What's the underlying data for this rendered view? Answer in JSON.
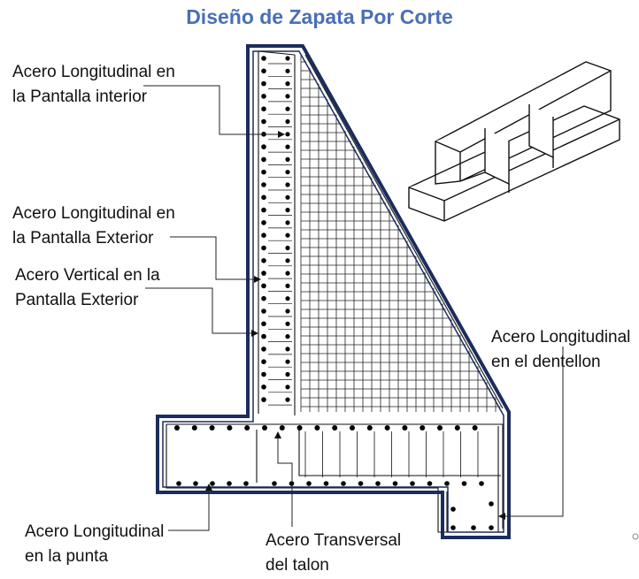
{
  "title": "Diseño de Zapata Por Corte",
  "colors": {
    "title": "#4a6fb5",
    "outline": "#1b2d5c",
    "steel": "#111111"
  },
  "labels": {
    "pantalla_interior": {
      "line1": "Acero Longitudinal en",
      "line2": "la Pantalla interior"
    },
    "pantalla_exterior": {
      "line1": "Acero Longitudinal en",
      "line2": "la Pantalla Exterior"
    },
    "vertical_exterior": {
      "line1": "Acero Vertical en la",
      "line2": "Pantalla Exterior"
    },
    "dentellon": {
      "line1": "Acero Longitudinal",
      "line2": "en el dentellon"
    },
    "punta": {
      "line1": "Acero Longitudinal",
      "line2": "en la punta"
    },
    "talon": {
      "line1": "Acero Transversal",
      "line2": "del talon"
    }
  },
  "icons": {
    "inset": "counterfort-wall-isometric-icon"
  }
}
